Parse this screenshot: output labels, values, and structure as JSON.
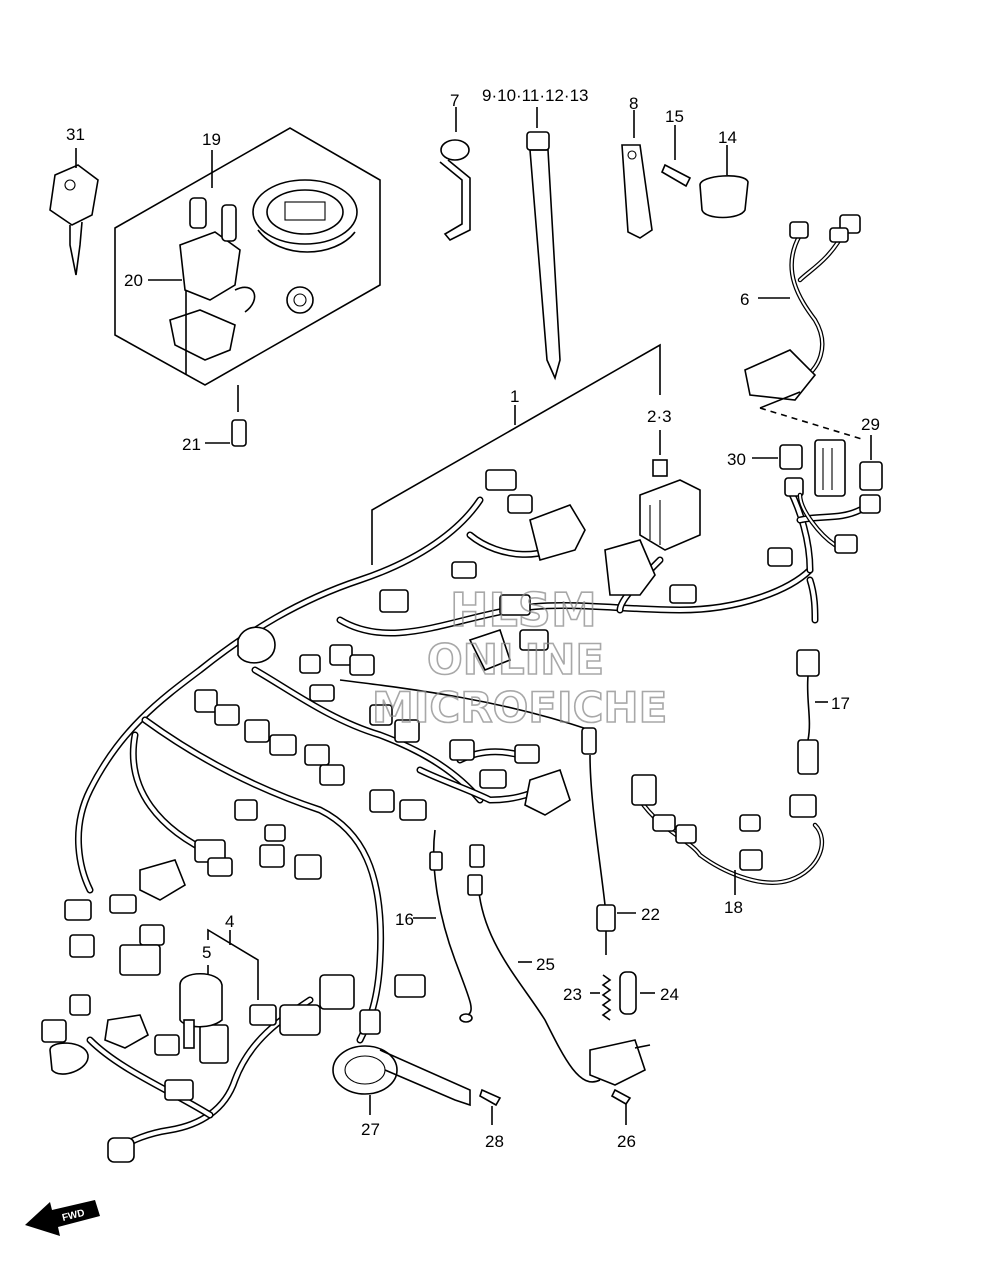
{
  "callouts": {
    "c1": "1",
    "c23": "2·3",
    "c4": "4",
    "c5": "5",
    "c6": "6",
    "c7": "7",
    "c8": "8",
    "c9_13": "9·10·11·12·13",
    "c14": "14",
    "c15": "15",
    "c16": "16",
    "c17": "17",
    "c18": "18",
    "c19": "19",
    "c20": "20",
    "c21": "21",
    "c22": "22",
    "c23b": "23",
    "c24": "24",
    "c25": "25",
    "c26": "26",
    "c27": "27",
    "c28": "28",
    "c29": "29",
    "c30": "30",
    "c31": "31"
  },
  "watermark": {
    "line1": "HLSM",
    "line2": "ONLINE",
    "line3": "MICROFICHE"
  },
  "fwd_label": "FWD"
}
